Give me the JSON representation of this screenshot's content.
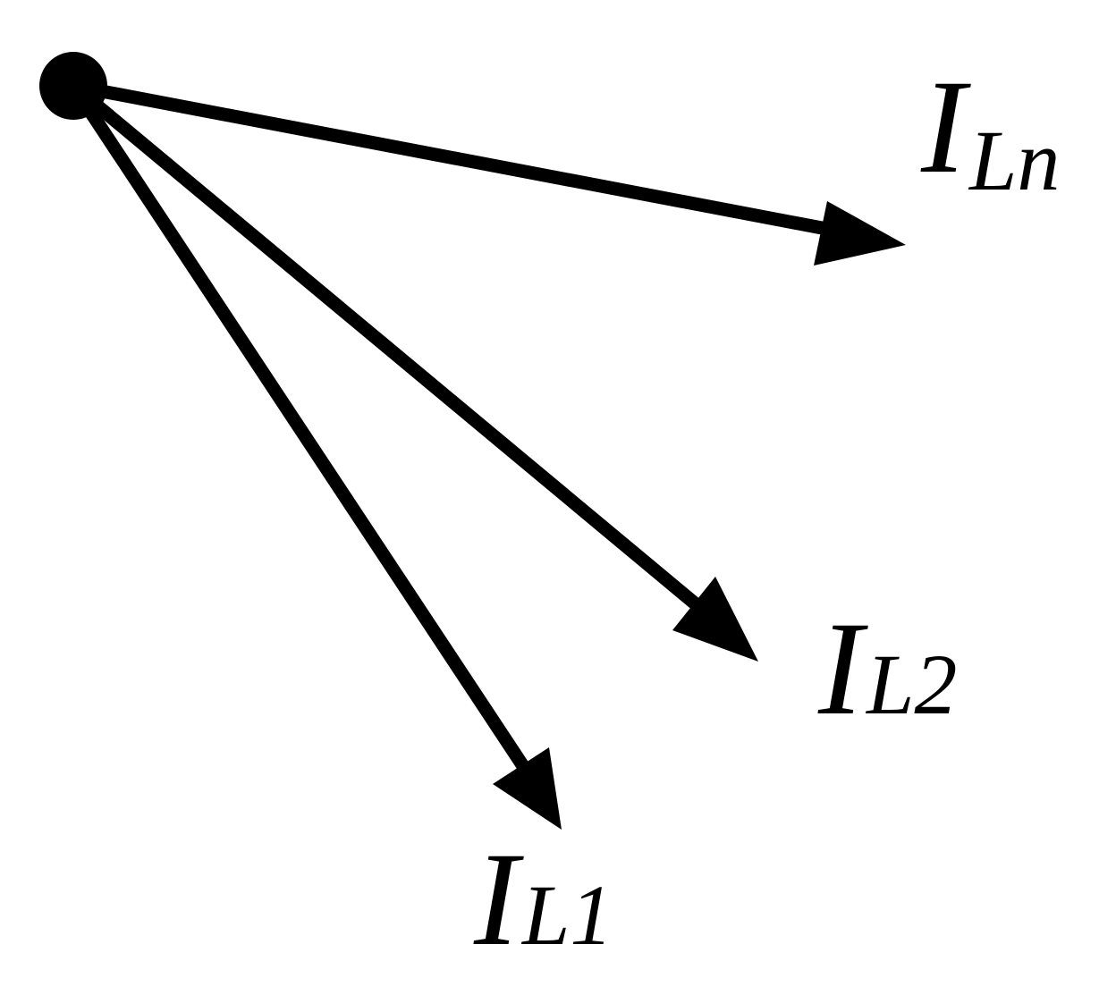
{
  "diagram": {
    "colors": {
      "stroke": "#000000",
      "background": "#ffffff"
    },
    "labels": {
      "ln": {
        "main": "I",
        "sub": "Ln"
      },
      "l2": {
        "main": "I",
        "sub": "L2"
      },
      "l1": {
        "main": "I",
        "sub": "L1"
      }
    }
  }
}
